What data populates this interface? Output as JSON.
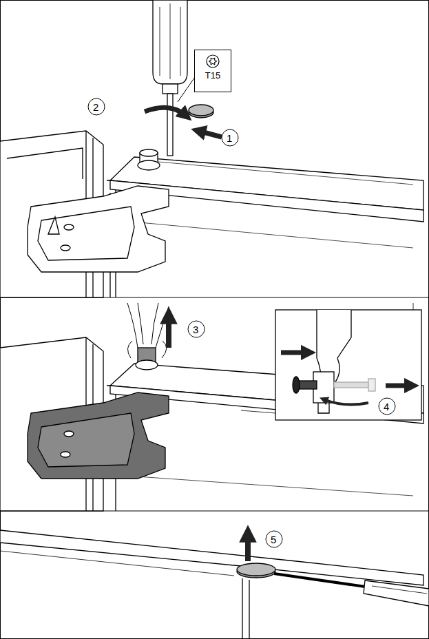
{
  "diagram": {
    "nodes": [
      {
        "text": [
          "T15"
        ]
      }
    ],
    "labels": [
      "2",
      "1",
      "3",
      "4",
      "5"
    ]
  }
}
